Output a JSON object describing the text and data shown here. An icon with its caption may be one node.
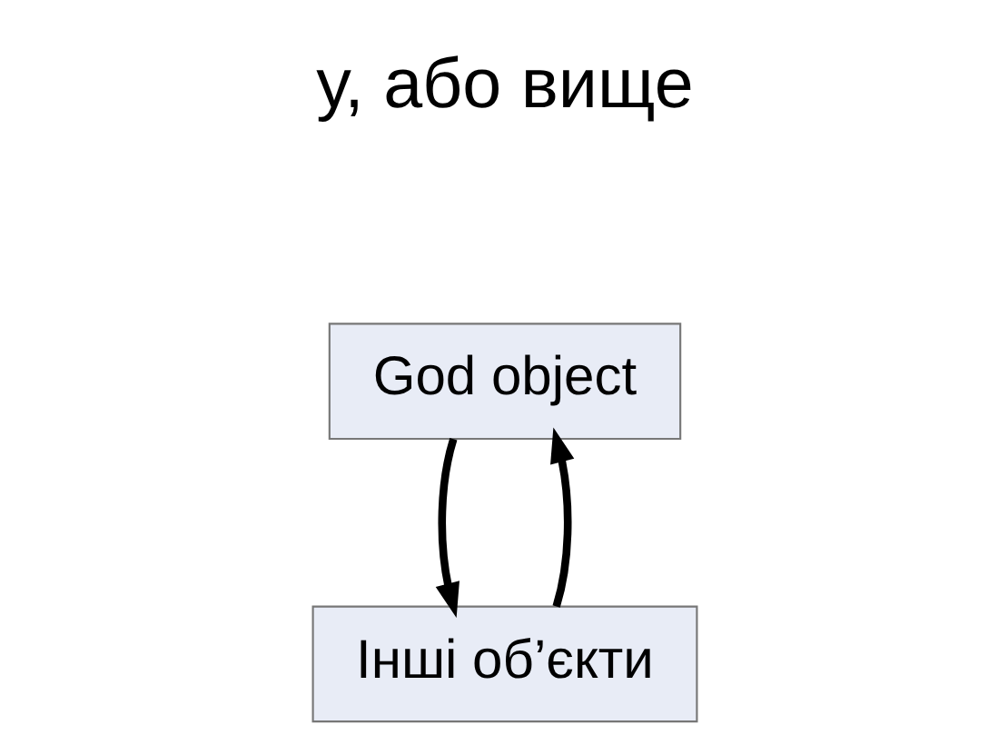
{
  "diagram": {
    "nodes": [
      {
        "text": [
          "God object"
        ]
      },
      {
        "text": [
          "Інші об’єкти"
        ]
      }
    ],
    "edges": [
      {
        "from": 0,
        "to": 1,
        "arrow": "to"
      },
      {
        "from": 1,
        "to": 0,
        "arrow": "to"
      }
    ],
    "labels": [
      "у, або вище"
    ]
  }
}
